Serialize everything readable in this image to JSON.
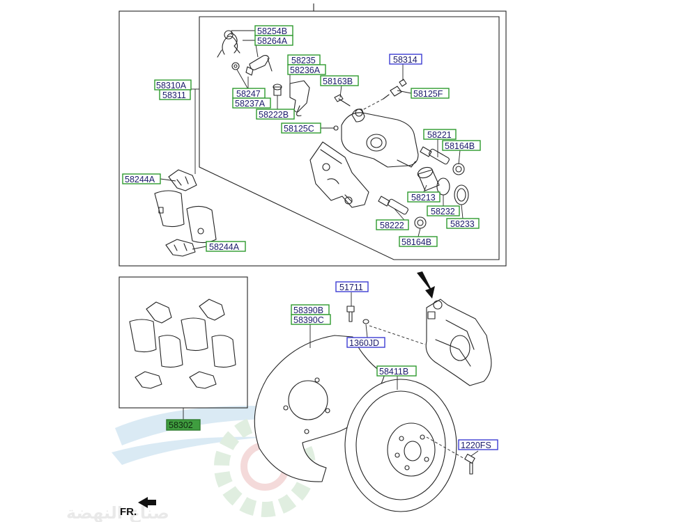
{
  "labels": {
    "l58254B": "58254B",
    "l58264A": "58264A",
    "l58235": "58235",
    "l58236A": "58236A",
    "l58314": "58314",
    "l58310A": "58310A",
    "l58311": "58311",
    "l58163B": "58163B",
    "l58247": "58247",
    "l58237A": "58237A",
    "l58125F": "58125F",
    "l58222B": "58222B",
    "l58125C": "58125C",
    "l58221": "58221",
    "l58164B_top": "58164B",
    "l58244A_top": "58244A",
    "l58213": "58213",
    "l58232": "58232",
    "l58222": "58222",
    "l58233": "58233",
    "l58164B_bot": "58164B",
    "l58244A_bot": "58244A",
    "l51711": "51711",
    "l58390B": "58390B",
    "l58390C": "58390C",
    "l1360JD": "1360JD",
    "l58411B": "58411B",
    "l1220FS": "1220FS",
    "l58302": "58302"
  },
  "direction": {
    "front_label": "FR."
  },
  "watermark": {
    "text": "صناع النهضة"
  },
  "colors": {
    "part_box_border": "#2e9a2e",
    "hardware_box_border": "#3c3cd2",
    "label_text": "#1a1a6a"
  }
}
